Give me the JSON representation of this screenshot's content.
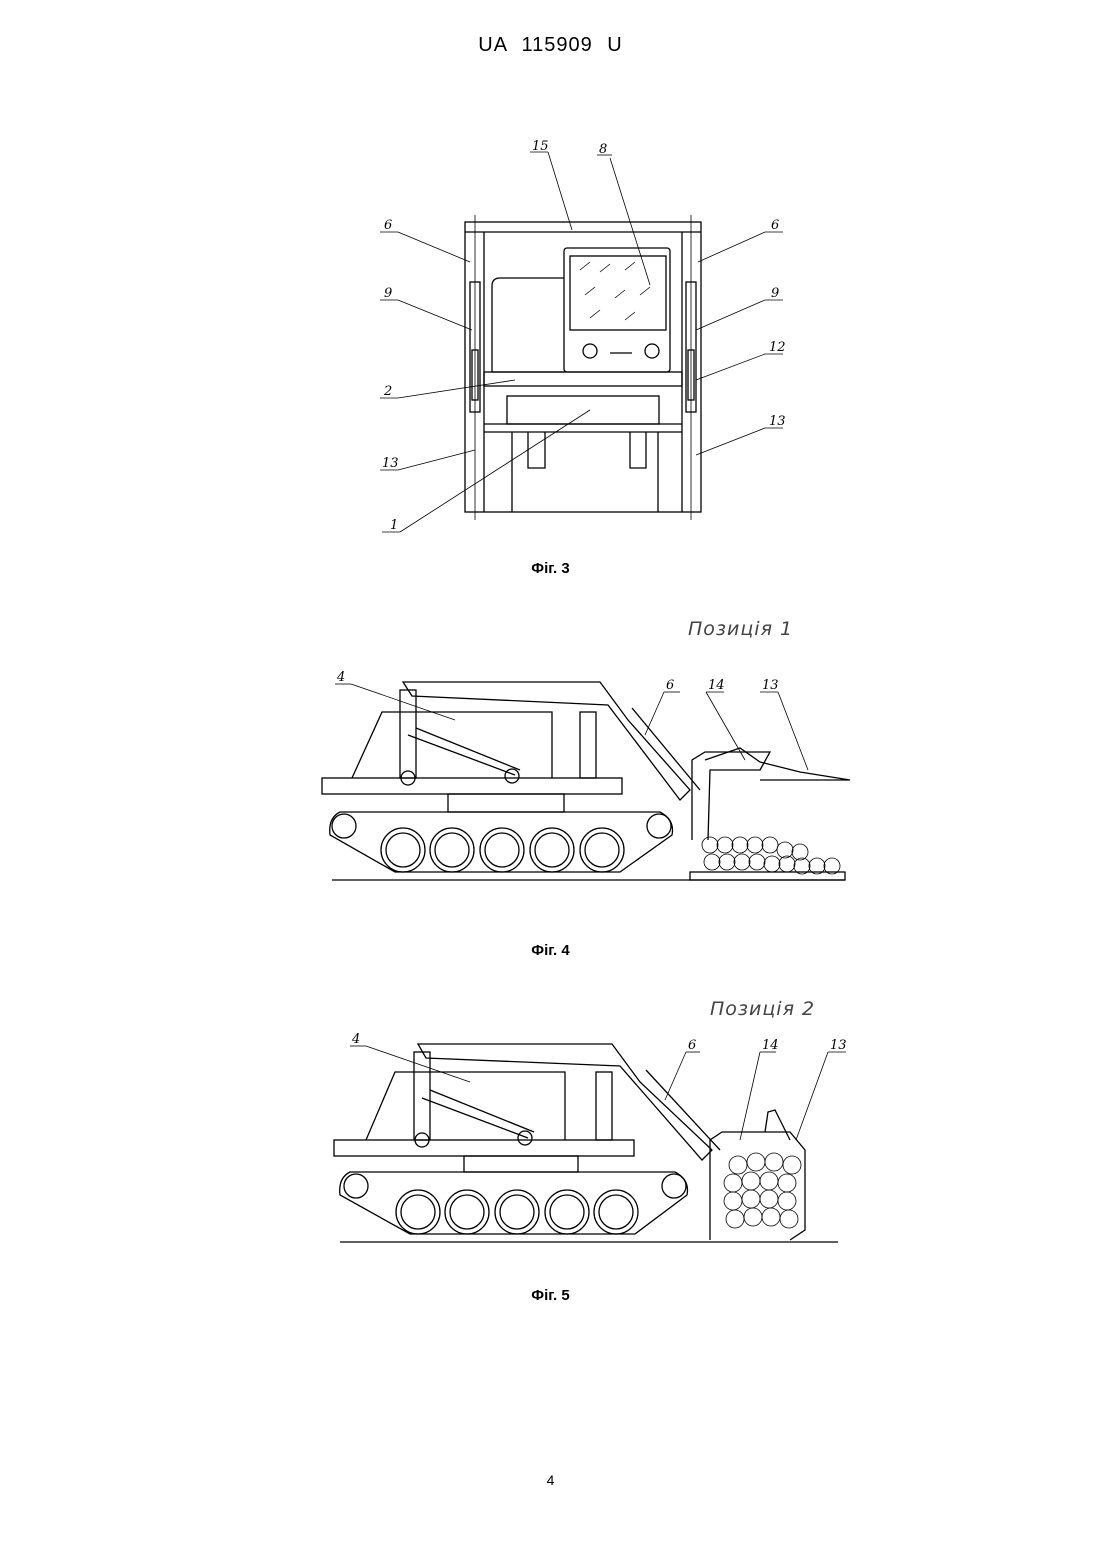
{
  "header": {
    "doc_number": "UA   115909   U"
  },
  "figures": [
    {
      "caption": "Фіг. 3",
      "labels": [
        "15",
        "8",
        "6",
        "6",
        "9",
        "9",
        "12",
        "2",
        "13",
        "13",
        "1"
      ]
    },
    {
      "caption": "Фіг. 4",
      "position": "Позиція 1",
      "labels": [
        "4",
        "6",
        "14",
        "13"
      ]
    },
    {
      "caption": "Фіг. 5",
      "position": "Позиція 2",
      "labels": [
        "4",
        "6",
        "14",
        "13"
      ]
    }
  ],
  "page_number": "4"
}
